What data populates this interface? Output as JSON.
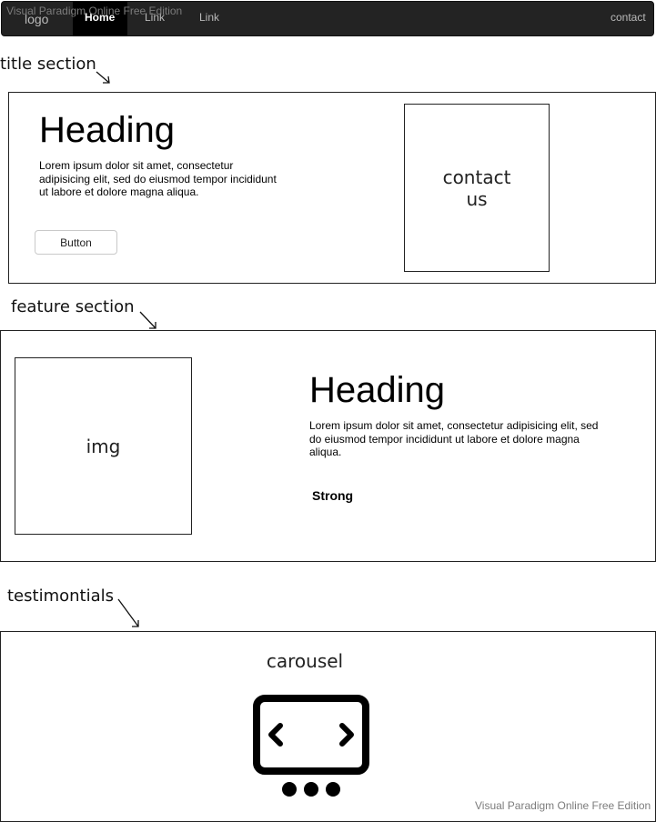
{
  "watermark": "Visual Paradigm Online Free Edition",
  "navbar": {
    "logo": "logo",
    "items": [
      {
        "label": "Home"
      },
      {
        "label": "Link"
      },
      {
        "label": "Link"
      }
    ],
    "contact": "contact"
  },
  "annotations": {
    "title_section": "title section",
    "feature_section": "feature section",
    "testimonials": "testimontials"
  },
  "title_section": {
    "heading": "Heading",
    "body": "Lorem ipsum dolor sit amet, consectetur adipisicing elit, sed do eiusmod tempor incididunt ut labore et dolore magna aliqua.",
    "button": "Button",
    "contact_box": "contact us"
  },
  "feature_section": {
    "img_label": "img",
    "heading": "Heading",
    "body": "Lorem ipsum dolor sit amet, consectetur adipisicing elit, sed do eiusmod tempor incididunt ut labore et dolore magna aliqua.",
    "strong": "Strong"
  },
  "testimonials": {
    "carousel_label": "carousel",
    "icon": "carousel-icon"
  },
  "footer_watermark": "Visual Paradigm Online Free Edition"
}
